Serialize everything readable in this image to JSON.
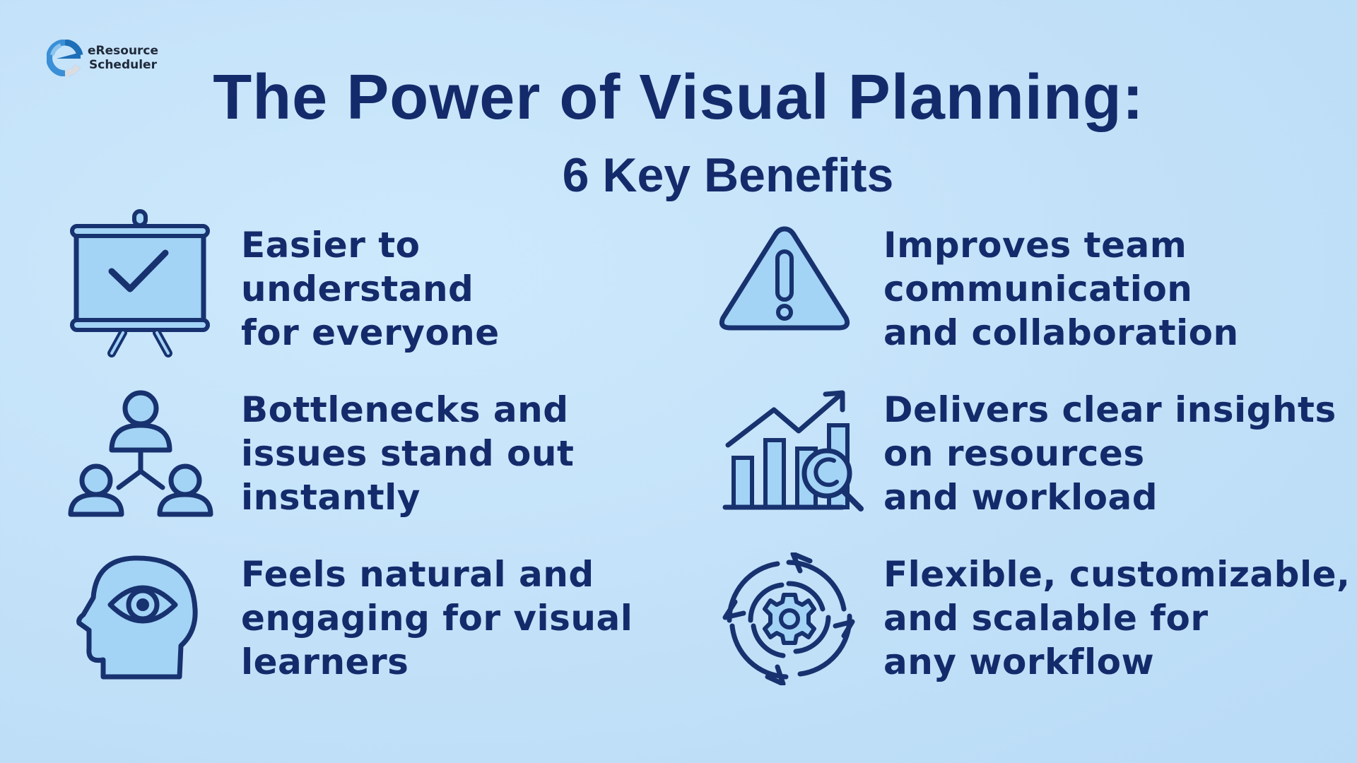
{
  "logo": {
    "line1": "eResource",
    "line2": "Scheduler",
    "icon": "eresource-logo-icon"
  },
  "header": {
    "title": "The Power of Visual Planning:",
    "subtitle": "6 Key Benefits"
  },
  "colors": {
    "text": "#142b6b",
    "icon_stroke": "#17326f",
    "icon_fill": "#a3d3f5",
    "background": "#c4e2f9"
  },
  "benefits": [
    {
      "icon": "presentation-board-check-icon",
      "lines": [
        "Easier to",
        "understand",
        "for everyone"
      ]
    },
    {
      "icon": "warning-triangle-icon",
      "lines": [
        "Improves team",
        "communication",
        "and collaboration"
      ]
    },
    {
      "icon": "team-hierarchy-icon",
      "lines": [
        "Bottlenecks and",
        "issues stand out",
        "instantly"
      ]
    },
    {
      "icon": "chart-insights-magnifier-icon",
      "lines": [
        "Delivers clear insights",
        "on resources",
        "and workload"
      ]
    },
    {
      "icon": "head-eye-icon",
      "lines": [
        "Feels natural and",
        "engaging for visual",
        "learners"
      ]
    },
    {
      "icon": "cycle-gear-icon",
      "lines": [
        "Flexible, customizable,",
        "and scalable for",
        "any workflow"
      ]
    }
  ]
}
